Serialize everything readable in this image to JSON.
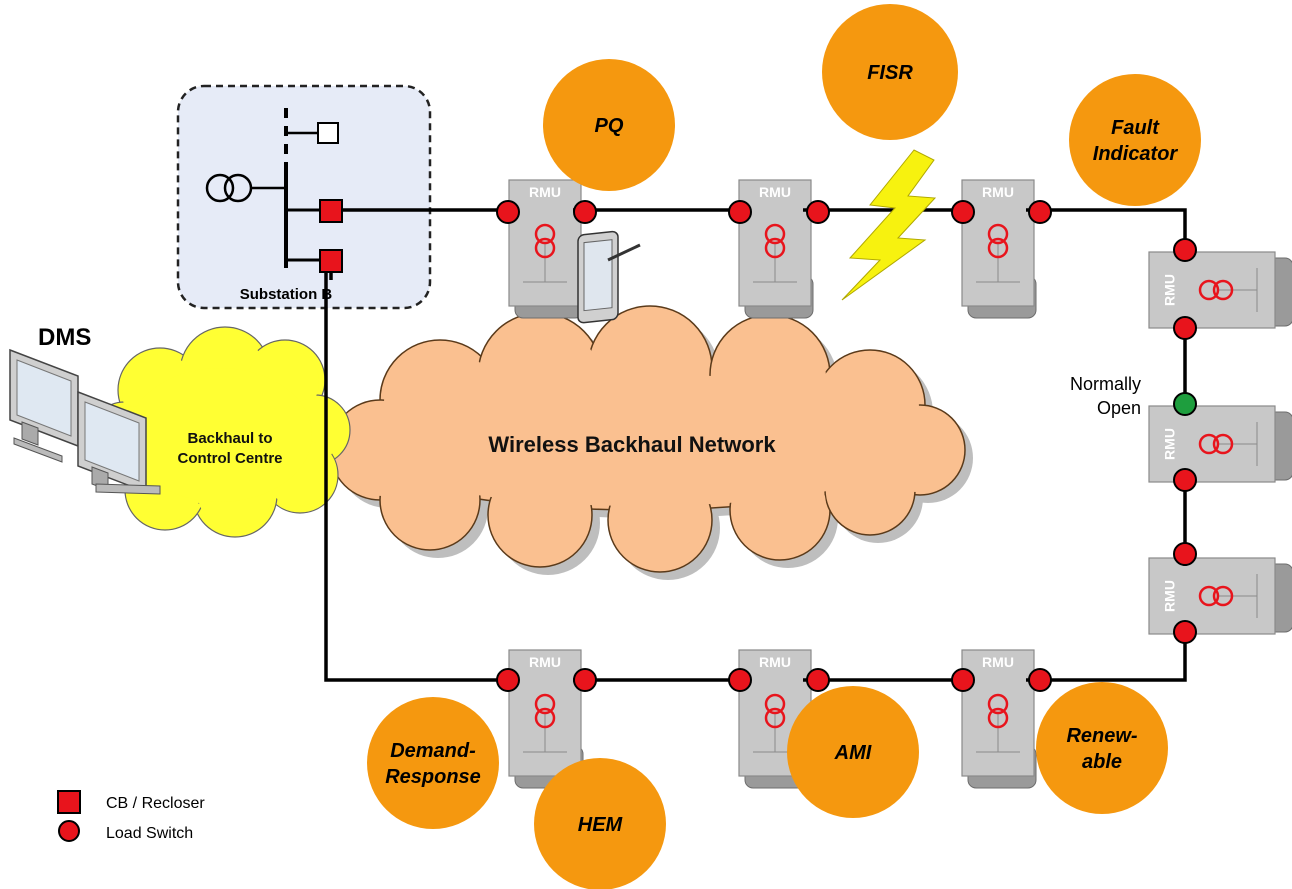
{
  "substation": {
    "label": "Substation B"
  },
  "dms": {
    "label": "DMS"
  },
  "backhaul_cloud": {
    "line1": "Backhaul to",
    "line2": "Control Centre"
  },
  "wireless_cloud": {
    "label": "Wireless Backhaul Network"
  },
  "normally_open": {
    "line1": "Normally",
    "line2": "Open"
  },
  "rmu": {
    "label": "RMU"
  },
  "functions": {
    "pq": [
      "PQ"
    ],
    "fisr": [
      "FISR"
    ],
    "fault_indicator": [
      "Fault",
      "Indicator"
    ],
    "demand_response": [
      "Demand-",
      "Response"
    ],
    "hem": [
      "HEM"
    ],
    "ami": [
      "AMI"
    ],
    "renewable": [
      "Renew-",
      "able"
    ]
  },
  "legend": {
    "cb_recloser": "CB / Recloser",
    "load_switch": "Load Switch"
  },
  "colors": {
    "function_circle": "#F5980F",
    "cloud_wireless": "#FAC090",
    "cloud_backhaul": "#FFFF33",
    "switch_red": "#E8141C",
    "switch_green": "#1E9E3E",
    "substation_fill": "#E6EBF7",
    "rmu_body": "#C8C8C8",
    "rmu_base": "#9A9A9A"
  }
}
